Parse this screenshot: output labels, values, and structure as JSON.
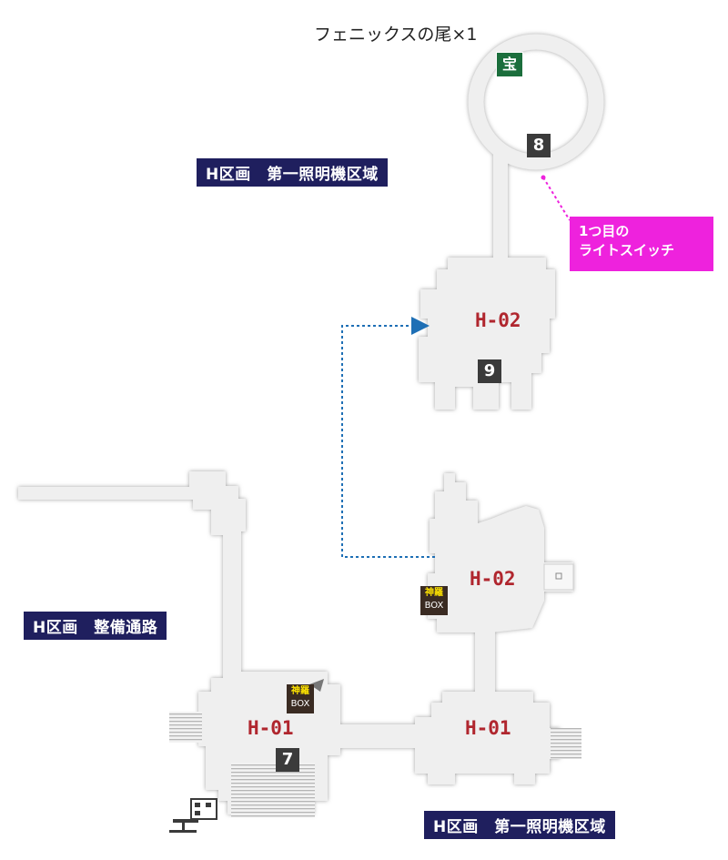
{
  "areas": {
    "top_right": "H区画　第一照明機区域",
    "middle_left": "H区画　整備通路",
    "bottom_right": "H区画　第一照明機区域"
  },
  "treasure": {
    "text": "フェニックスの尾×1",
    "icon_text": "宝"
  },
  "callout": {
    "line1": "1つ目の",
    "line2": "ライトスイッチ",
    "color": "#ee22dd"
  },
  "rooms": {
    "h02_upper": "H-02",
    "h02_lower": "H-02",
    "h01_left": "H-01",
    "h01_right": "H-01"
  },
  "markers": {
    "m8": "8",
    "m9": "9",
    "m7": "7"
  },
  "boxes": [
    {
      "line1": "神羅",
      "line2": "BOX"
    },
    {
      "line1": "神羅",
      "line2": "BOX"
    }
  ],
  "colors": {
    "floor": "#efefef",
    "wall_shadow": "#c9c9c9",
    "area_label_bg": "#1f1f5e",
    "room_label": "#b0262e",
    "path_arrow": "#1e6fb5"
  }
}
